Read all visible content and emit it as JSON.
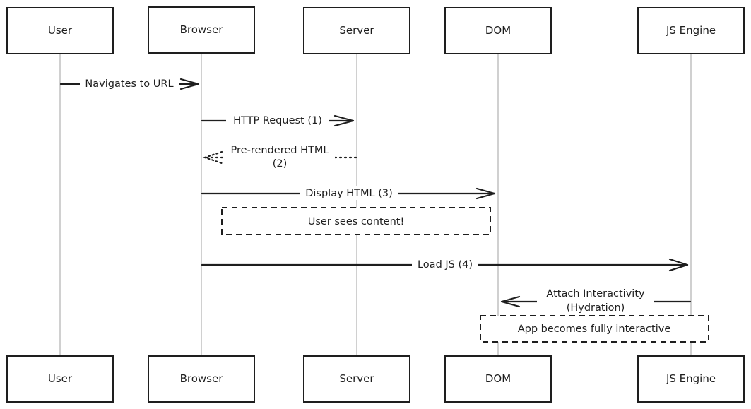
{
  "actors": {
    "user": "User",
    "browser": "Browser",
    "server": "Server",
    "dom": "DOM",
    "js_engine": "JS Engine"
  },
  "messages": {
    "navigate": "Navigates to URL",
    "http_request": "HTTP Request (1)",
    "prerendered_line1": "Pre-rendered HTML",
    "prerendered_line2": "(2)",
    "display_html": "Display HTML (3)",
    "load_js": "Load JS (4)",
    "attach_line1": "Attach Interactivity",
    "attach_line2": "(Hydration)"
  },
  "notes": {
    "user_sees": "User sees content!",
    "app_interactive": "App becomes fully interactive"
  }
}
